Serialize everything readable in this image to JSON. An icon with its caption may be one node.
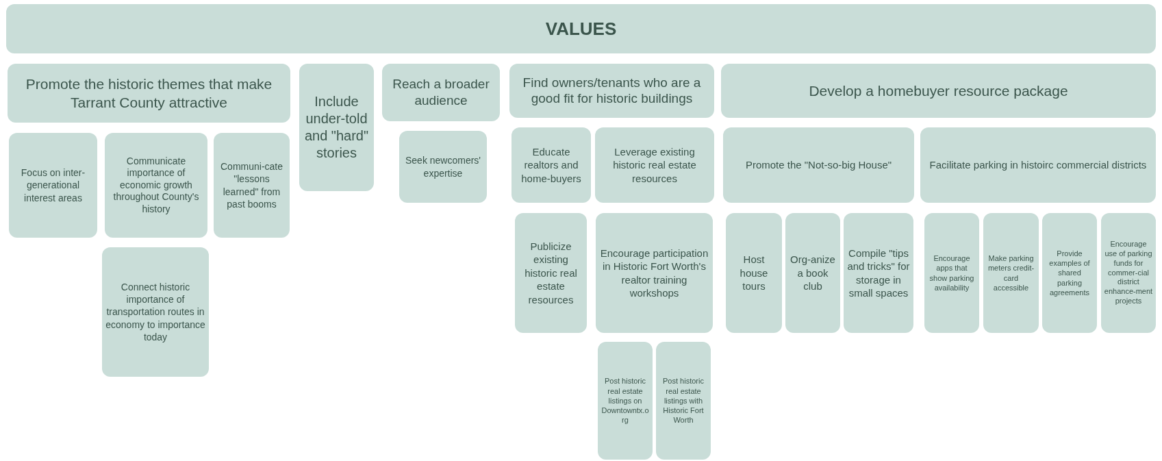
{
  "diagram": {
    "nodes": [
      {
        "text": [
          "VALUES"
        ]
      },
      {
        "text": [
          "Promote the historic themes that make Tarrant County attractive"
        ]
      },
      {
        "text": [
          "Include under-told and \"hard\" stories"
        ]
      },
      {
        "text": [
          "Reach a broader audience"
        ]
      },
      {
        "text": [
          "Find owners/tenants who are a good fit for historic buildings"
        ]
      },
      {
        "text": [
          "Develop a homebuyer resource package"
        ]
      },
      {
        "text": [
          "Focus on inter-generational interest areas"
        ]
      },
      {
        "text": [
          "Communicate importance of economic growth throughout County's history"
        ]
      },
      {
        "text": [
          "Communi-cate \"lessons learned\" from past booms"
        ]
      },
      {
        "text": [
          "Connect historic importance of transportation routes in economy to importance today"
        ]
      },
      {
        "text": [
          "Seek newcomers' expertise"
        ]
      },
      {
        "text": [
          "Educate realtors and home-buyers"
        ]
      },
      {
        "text": [
          "Leverage existing historic real estate resources"
        ]
      },
      {
        "text": [
          "Publicize existing historic real estate resources"
        ]
      },
      {
        "text": [
          "Encourage participation in Historic Fort Worth's realtor training workshops"
        ]
      },
      {
        "text": [
          "Post historic real estate listings on Downtowntx.org"
        ]
      },
      {
        "text": [
          "Post historic real estate listings with Historic Fort Worth"
        ]
      },
      {
        "text": [
          "Promote the \"Not-so-big House\""
        ]
      },
      {
        "text": [
          "Facilitate parking in histoirc commercial districts"
        ]
      },
      {
        "text": [
          "Host house tours"
        ]
      },
      {
        "text": [
          "Org-anize a book club"
        ]
      },
      {
        "text": [
          "Compile \"tips and tricks\" for storage in small spaces"
        ]
      },
      {
        "text": [
          "Encourage apps that show parking availability"
        ]
      },
      {
        "text": [
          "Make parking meters credit-card accessible"
        ]
      },
      {
        "text": [
          "Provide examples of shared parking agreements"
        ]
      },
      {
        "text": [
          "Encourage use of parking funds for commer-cial district enhance-ment projects"
        ]
      }
    ]
  }
}
